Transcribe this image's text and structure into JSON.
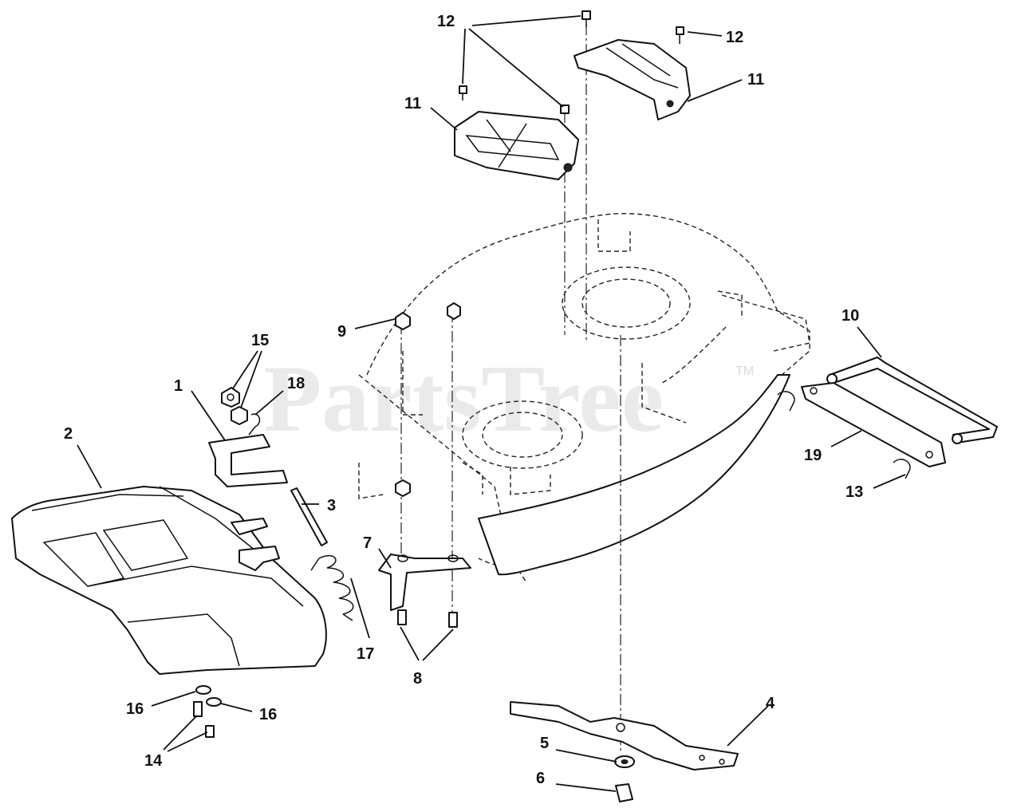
{
  "watermark": {
    "text": "PartsTree",
    "tm": "TM"
  },
  "callouts": {
    "c1": "1",
    "c2": "2",
    "c3": "3",
    "c4": "4",
    "c5": "5",
    "c6": "6",
    "c7": "7",
    "c8": "8",
    "c9": "9",
    "c10": "10",
    "c11a": "11",
    "c11b": "11",
    "c12a": "12",
    "c12b": "12",
    "c13": "13",
    "c14": "14",
    "c15": "15",
    "c16a": "16",
    "c16b": "16",
    "c17": "17",
    "c18": "18",
    "c19": "19"
  }
}
